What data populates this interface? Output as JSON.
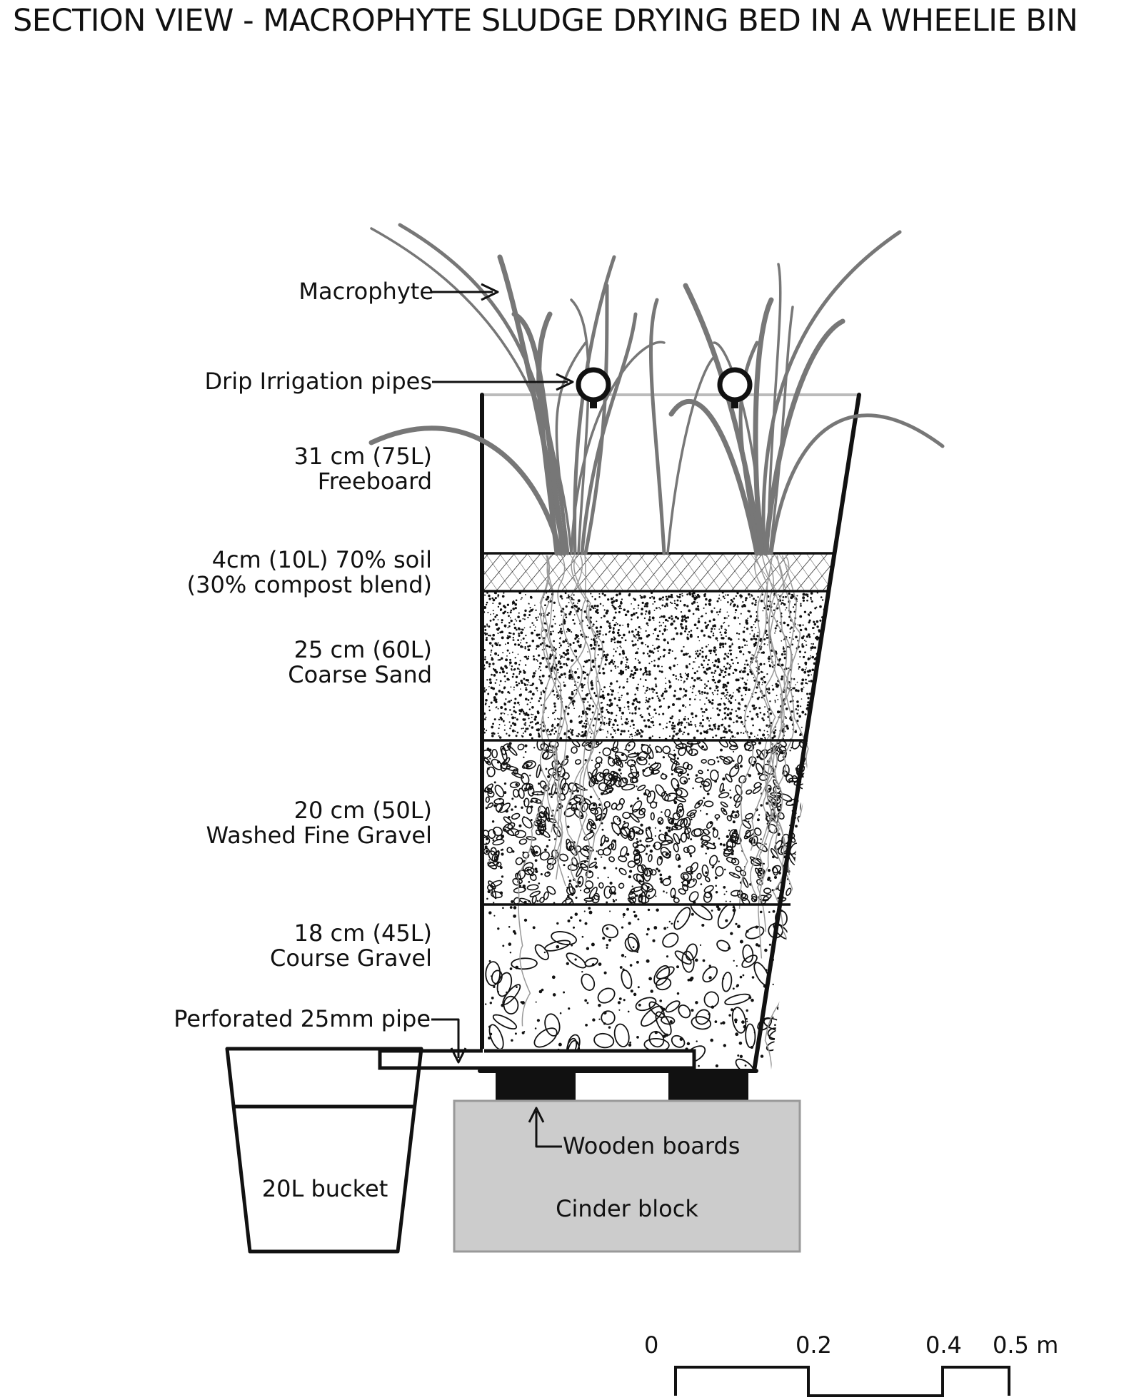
{
  "title": "SECTION VIEW - MACROPHYTE SLUDGE DRYING BED IN A WHEELIE BIN",
  "labels": {
    "macrophyte": "Macrophyte",
    "drip": "Drip Irrigation pipes",
    "freeboard_1": "31 cm (75L)",
    "freeboard_2": "Freeboard",
    "soil_1": "4cm (10L) 70% soil",
    "soil_2": "(30% compost blend)",
    "sand_1": "25 cm (60L)",
    "sand_2": "Coarse Sand",
    "finegravel_1": "20 cm (50L)",
    "finegravel_2": "Washed Fine Gravel",
    "coursegravel_1": "18 cm (45L)",
    "coursegravel_2": "Course Gravel",
    "pipe": "Perforated 25mm pipe",
    "boards": "Wooden boards",
    "bucket": "20L bucket",
    "cinder": "Cinder block"
  },
  "scale": {
    "t0": "0",
    "t1": "0.2",
    "t2": "0.4",
    "t3": "0.5 m"
  },
  "colors": {
    "line": "#111111",
    "grass": "#777777",
    "block": "#cccccc",
    "root": "#999999"
  }
}
